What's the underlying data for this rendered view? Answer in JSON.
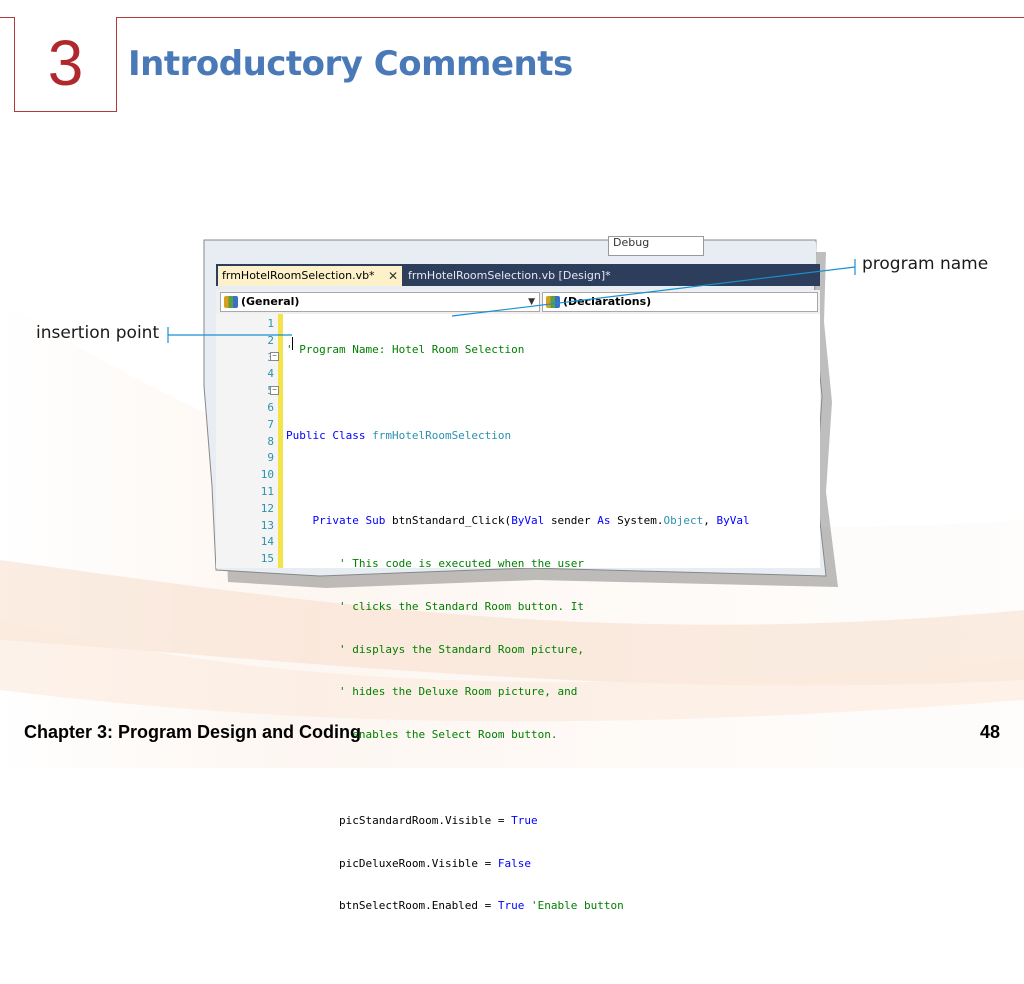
{
  "slide": {
    "chapter_number": "3",
    "title": "Introductory Comments",
    "footer": "Chapter 3: Program Design and Coding",
    "page_number": "48",
    "accent_color": "#b0282c",
    "title_color": "#4a79b8"
  },
  "ide": {
    "toolbar_combo": "Debug",
    "tabs": [
      {
        "label": "frmHotelRoomSelection.vb*",
        "active": true
      },
      {
        "label": "frmHotelRoomSelection.vb [Design]*",
        "active": false
      }
    ],
    "left_dropdown": "(General)",
    "right_dropdown": "(Declarations)",
    "line_numbers": [
      "1",
      "2",
      "3",
      "4",
      "5",
      "6",
      "7",
      "8",
      "9",
      "10",
      "11",
      "12",
      "13",
      "14",
      "15"
    ]
  },
  "callouts": {
    "program_name": "program name",
    "insertion_point": "insertion point"
  },
  "icons": {
    "tab_close": "close-icon",
    "dropdown_arrow": "chevron-down-icon",
    "dropdown_class": "class-icon",
    "fold_toggle": "collapse-icon"
  }
}
